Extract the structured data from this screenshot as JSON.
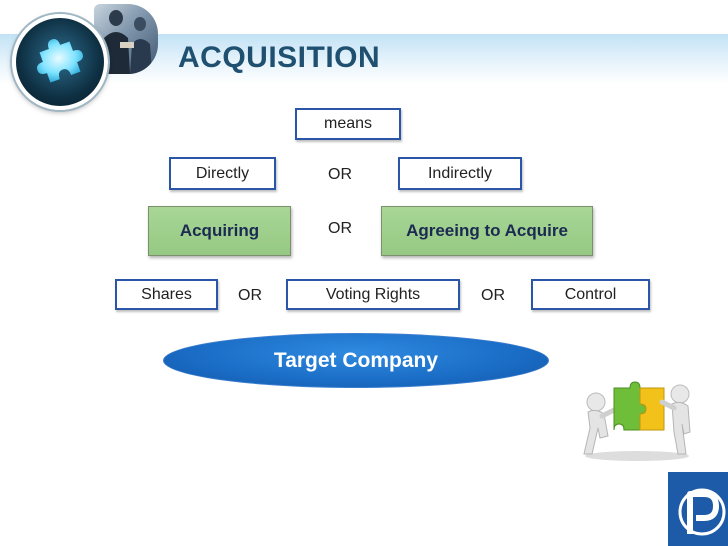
{
  "slide": {
    "title": "ACQUISITION"
  },
  "diagram": {
    "means": "means",
    "row1": {
      "left": "Directly",
      "connector": "OR",
      "right": "Indirectly"
    },
    "row2": {
      "left": "Acquiring",
      "connector": "OR",
      "right": "Agreeing to Acquire"
    },
    "row3": {
      "item1": "Shares",
      "connector1": "OR",
      "item2": "Voting Rights",
      "connector2": "OR",
      "item3": "Control"
    },
    "target": "Target Company"
  },
  "colors": {
    "title": "#1f5070",
    "box_border": "#2b55a6",
    "green_fill": "#9fd08d",
    "target_fill": "#1a6cc5",
    "logo_blue": "#1d5aa8"
  },
  "icons": {
    "header_logo": "puzzle-piece-icon",
    "header_photo": "business-people-photo",
    "illustration": "people-assembling-puzzle-illustration",
    "corner_logo": "p-letter-logo"
  }
}
